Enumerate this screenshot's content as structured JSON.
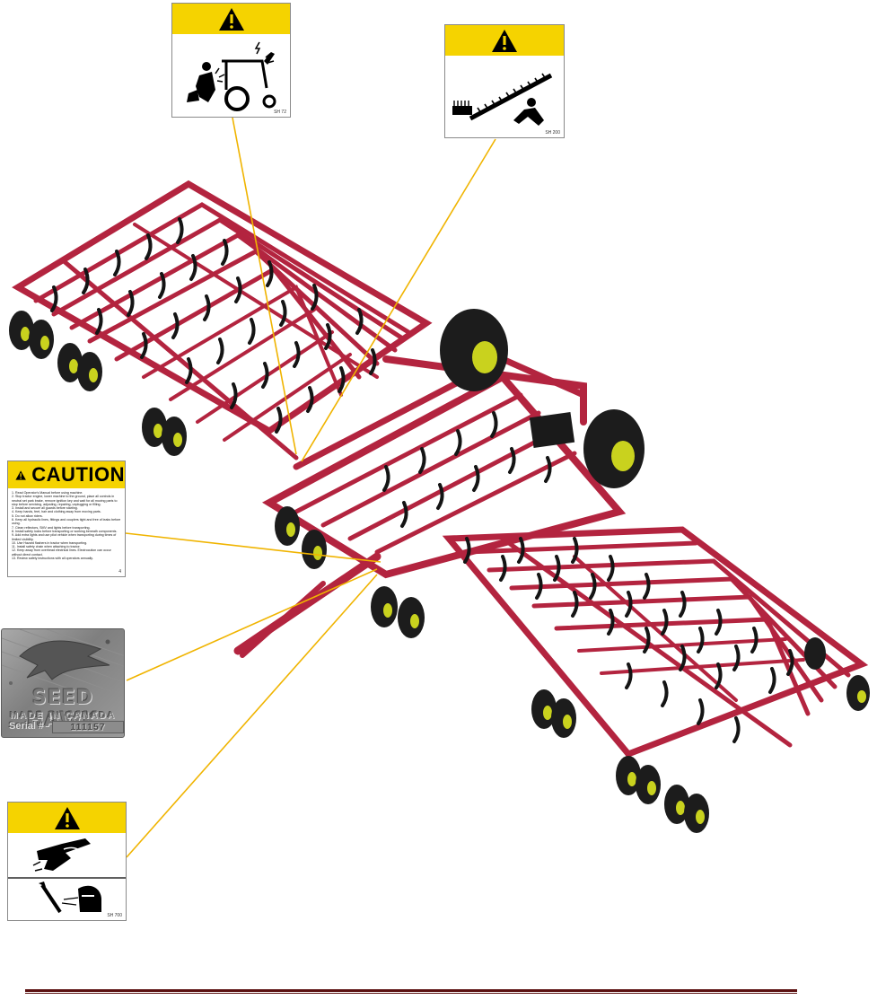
{
  "decals": {
    "sh72": {
      "code": "SH 72",
      "icon": "warning-triangle"
    },
    "sh200": {
      "code": "SH 200",
      "icon": "warning-triangle"
    },
    "caution": {
      "title": "CAUTION",
      "items": [
        "1. Read Operator's Manual before using machine.",
        "2. Stop tractor engine, lower machine to the ground, place all controls in neutral set park brake, remove ignition key and wait for all moving parts to stop before servicing, adjusting, repairing, unplugging or filling.",
        "3. Install and secure all guards before starting.",
        "4. Keep hands, feet, hair and clothing away from moving parts.",
        "5. Do not allow riders.",
        "6. Keep all hydraulic lines, fittings and couplers tight and free of leaks before using.",
        "7. Clean reflectors, SMV and lights before transporting.",
        "8. Install safety locks before transporting or working beneath components.",
        "9. Add extra lights and use pilot vehicle when transporting during times of limited visibility.",
        "10. Use Hazard flashers in tractor when transporting.",
        "11. Install safety chain when attaching to tractor.",
        "12. Keep away from overhead electrical lines. Electrocution can occur without direct contact.",
        "13. Review safety instructions with all operators annually."
      ],
      "corner_number": "4"
    },
    "serial_plate": {
      "brand": "SEED HAWK",
      "origin": "MADE IN CANADA",
      "serial_label": "Serial #",
      "serial_number": "111157"
    },
    "sh700": {
      "code": "SH 700",
      "icon": "warning-triangle"
    }
  },
  "colors": {
    "machine_frame": "#b3243f",
    "decal_yellow": "#f5d300",
    "leader_line": "#f0b400",
    "tire": "#1c1c1c",
    "rim": "#c9d21e",
    "footer_rule": "#5a1010"
  }
}
